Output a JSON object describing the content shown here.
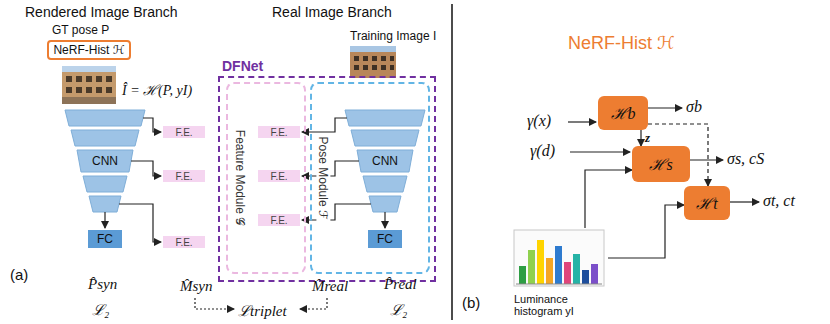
{
  "diagram": {
    "nodes": [
      {
        "text": [
          "NeRF-Hist ℋ"
        ]
      },
      {
        "text": [
          "F.E."
        ]
      },
      {
        "text": [
          "F.E."
        ]
      },
      {
        "text": [
          "F.E."
        ]
      },
      {
        "text": [
          "FC"
        ]
      },
      {
        "text": [
          "DFNet"
        ]
      },
      {
        "text": [
          "Feature Module 𝒢"
        ],
        "in": 5
      },
      {
        "text": [
          "F.E."
        ],
        "in": 6
      },
      {
        "text": [
          "F.E."
        ],
        "in": 6
      },
      {
        "text": [
          "F.E."
        ],
        "in": 6
      },
      {
        "text": [
          "Pose Module ℱ"
        ],
        "in": 5
      },
      {
        "text": [
          "FC"
        ],
        "in": 10
      },
      {
        "text": [
          "ℋb"
        ]
      },
      {
        "text": [
          "ℋs"
        ]
      },
      {
        "text": [
          "ℋt"
        ]
      },
      {
        "text": [
          "Luminance histogram yI"
        ]
      }
    ],
    "edges": [
      {
        "from": 12,
        "to": 13,
        "arrow": "to",
        "label": "z"
      },
      {
        "from": 12,
        "to": 14,
        "arrow": "to"
      },
      {
        "from": 15,
        "to": 13,
        "arrow": "to"
      },
      {
        "from": 15,
        "to": 14,
        "arrow": "to"
      }
    ],
    "labels": [
      "Rendered Image Branch",
      "Real Image Branch",
      "GT pose P",
      "Î = ℋ(P, yI)",
      "Training Image I",
      "CNN",
      "CNN",
      "P̂syn",
      "ℒ₂",
      "M̂syn",
      "ℒtriplet",
      "M̂real",
      "P̂real",
      "ℒ₂",
      "(a)",
      "NeRF-Hist ℋ",
      "γ(x)",
      "σb",
      "γ(d)",
      "σs, cS",
      "σt, ct",
      "(b)"
    ]
  }
}
